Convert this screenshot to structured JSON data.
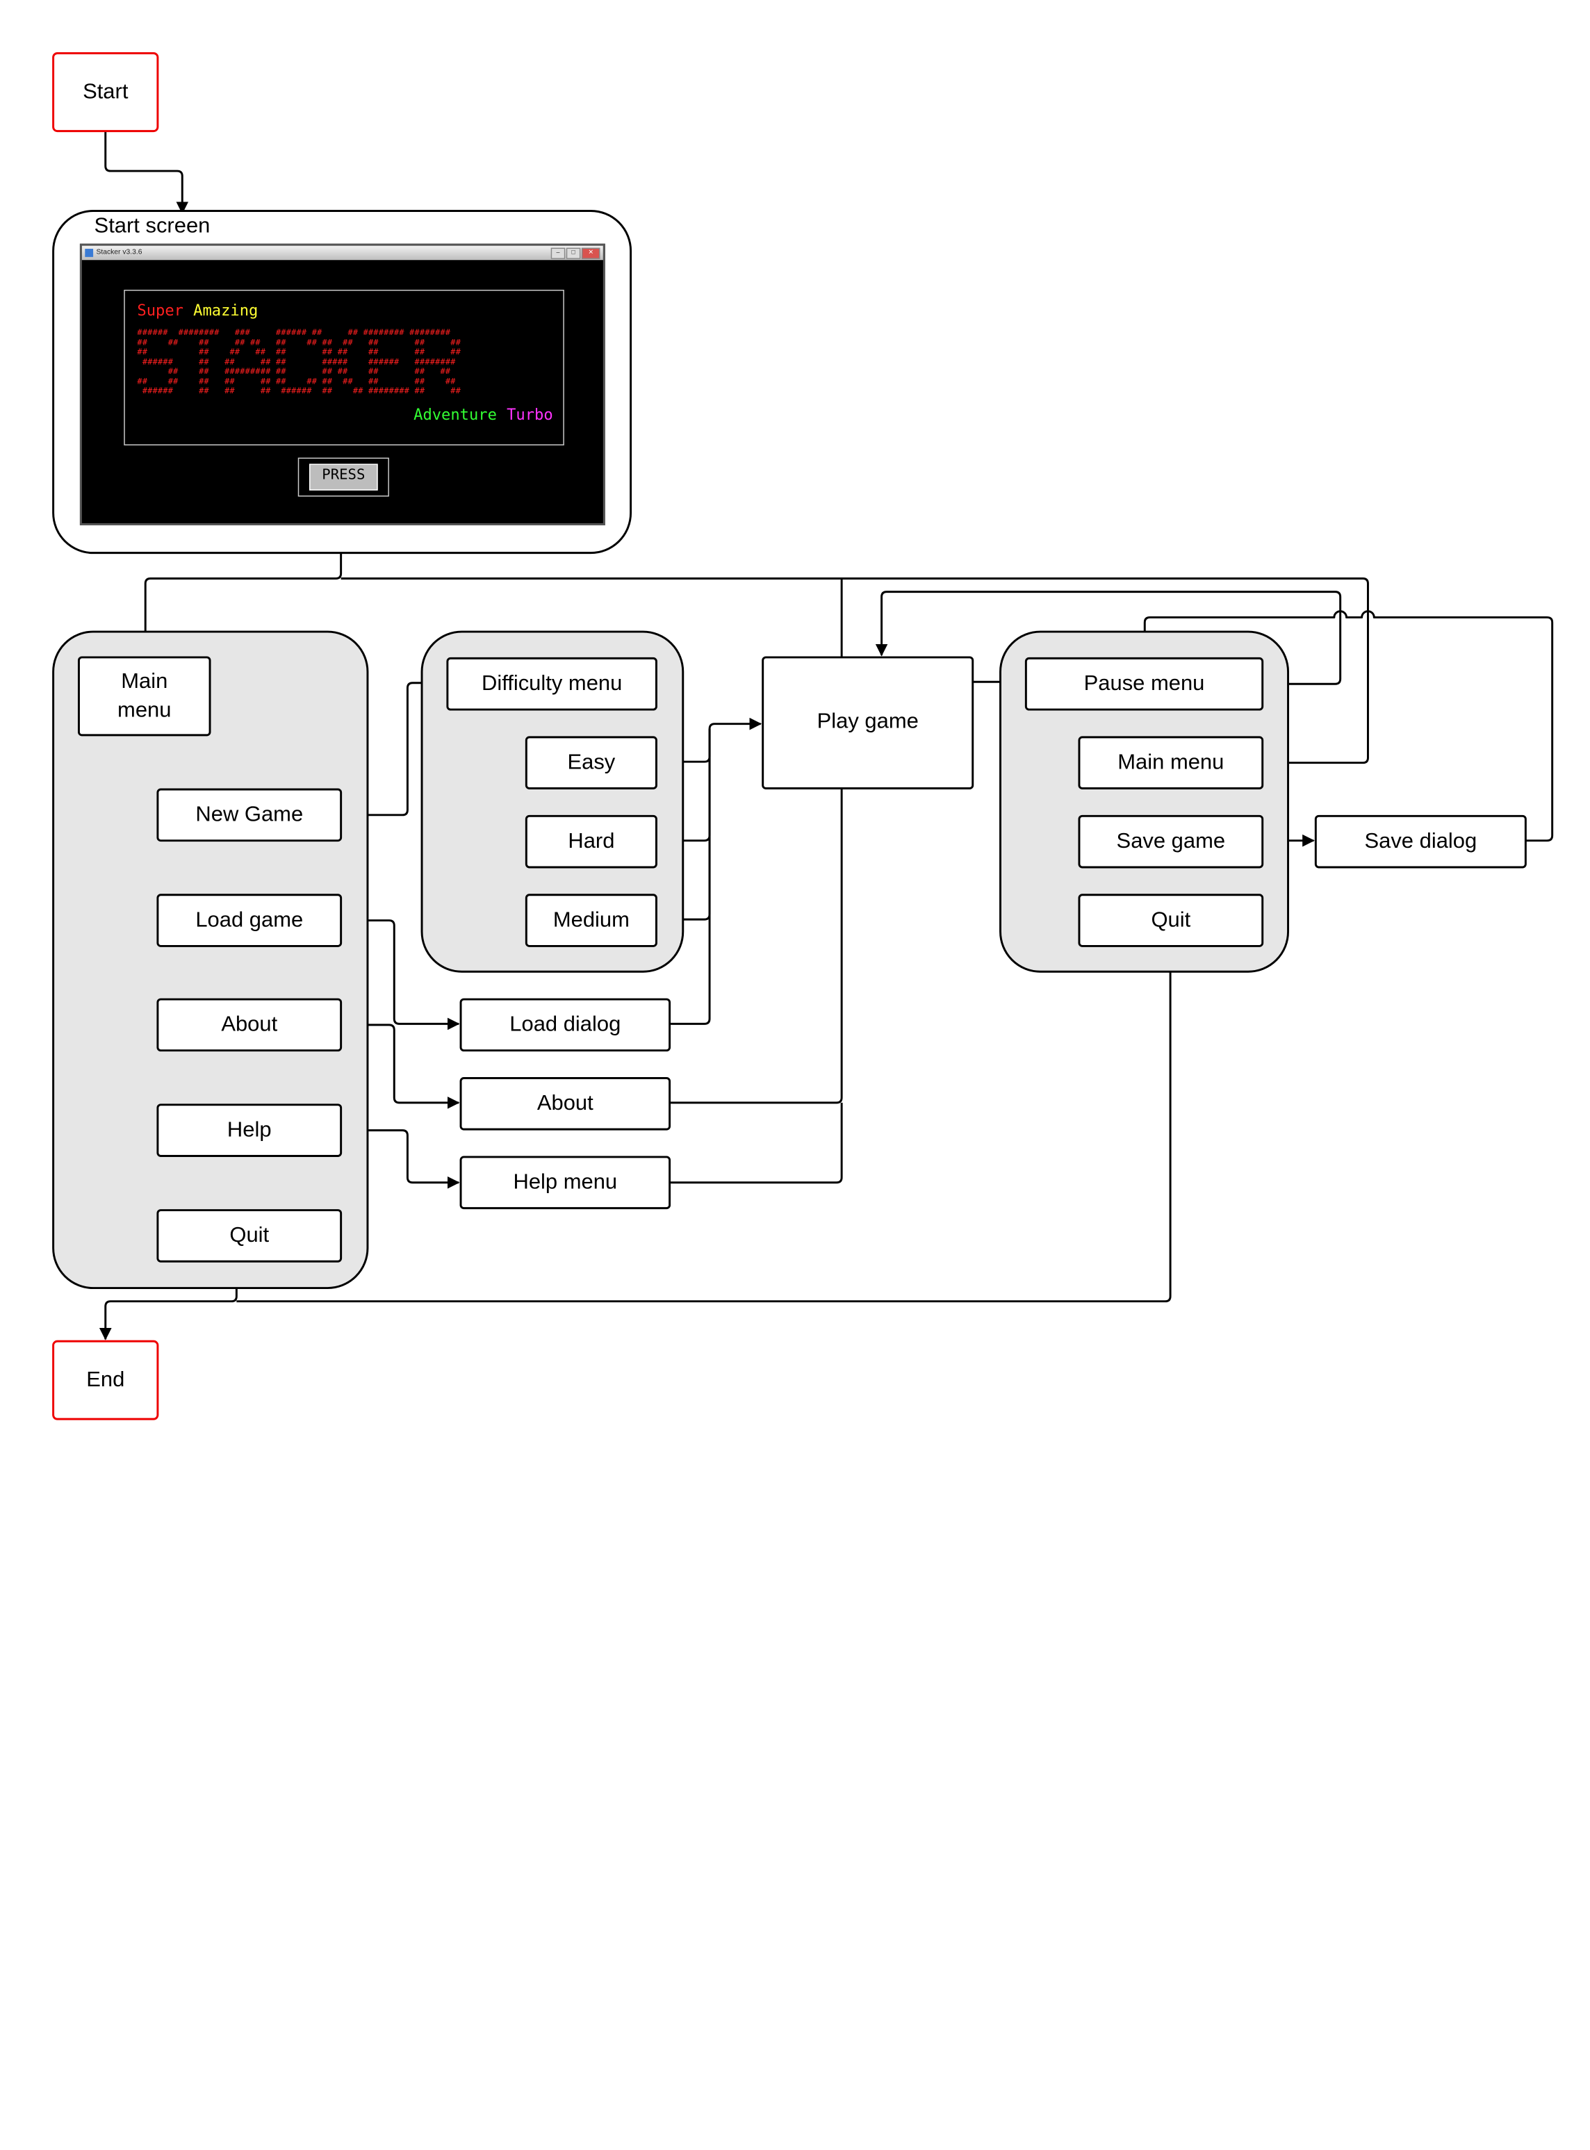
{
  "nodes": {
    "start": "Start",
    "end": "End",
    "main_menu": "Main\nmenu",
    "new_game": "New Game",
    "load_game": "Load game",
    "about": "About",
    "help": "Help",
    "quit": "Quit",
    "difficulty_menu": "Difficulty menu",
    "easy": "Easy",
    "hard": "Hard",
    "medium": "Medium",
    "load_dialog": "Load dialog",
    "about_screen": "About",
    "help_menu": "Help menu",
    "play_game": "Play game",
    "pause_menu": "Pause menu",
    "pause_main_menu": "Main menu",
    "save_game": "Save game",
    "pause_quit": "Quit",
    "save_dialog": "Save dialog"
  },
  "start_screen": {
    "label": "Start screen",
    "window_title": "Stacker v3.3.6",
    "window_buttons": [
      "–",
      "□",
      "✕"
    ],
    "banner_top_red": "Super",
    "banner_top_yellow": "Amazing",
    "banner_bottom_green": "Adventure",
    "banner_bottom_magenta": "Turbo",
    "ascii_art": "######  ########   ###     ###### ##     ## ######## ########\n##    ##    ##     ## ##   ##    ## ##  ##   ##       ##     ##\n##          ##    ##   ##  ##       ## ##    ##       ##     ##\n ######     ##   ##     ## ##       #####    ######   ########\n      ##    ##   ######### ##       ## ##    ##       ##   ##\n##    ##    ##   ##     ## ##    ## ##  ##   ##       ##    ##\n ######     ##   ##     ##  ######  ##    ## ######## ##     ##",
    "press_button": "PRESS"
  },
  "colors": {
    "terminal_node_border": "#e00000",
    "group_fill": "#e6e6e6",
    "edge": "#000000"
  }
}
